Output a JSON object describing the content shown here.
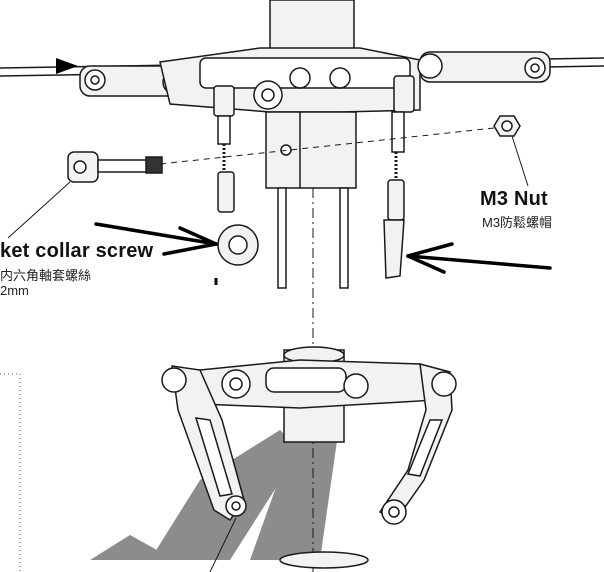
{
  "callouts": {
    "screw": {
      "title": "ket collar screw",
      "subtitle": "内六角軸套螺絲",
      "size": "2mm"
    },
    "nut": {
      "title": "M3 Nut",
      "subtitle": "M3防鬆螺帽"
    }
  },
  "colors": {
    "line": "#1a1a1a",
    "part_fill": "#f2f2f2",
    "shade": "#8c8c8c",
    "arrow": "#000000"
  }
}
